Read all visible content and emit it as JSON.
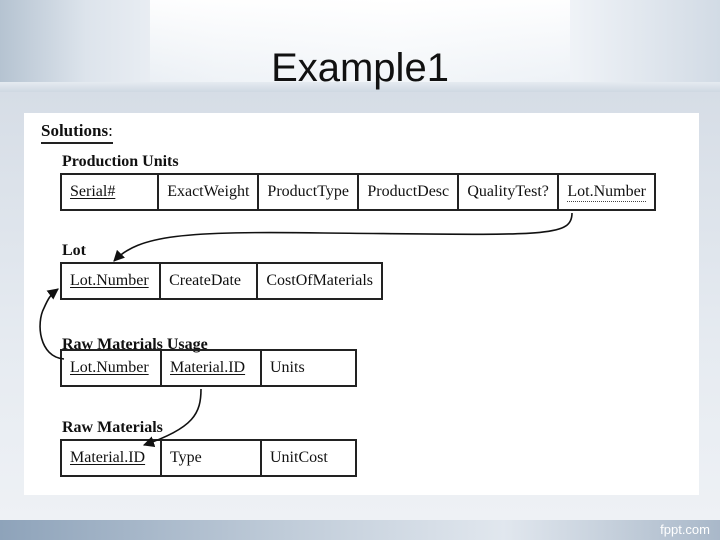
{
  "slide": {
    "title": "Example1"
  },
  "footer": {
    "brand": "fppt.com"
  },
  "diagram": {
    "heading": "Solutions",
    "heading_suffix": ":",
    "tables": {
      "production_units": {
        "name": "Production Units",
        "fields": [
          {
            "label": "Serial#",
            "key": "primary"
          },
          {
            "label": "ExactWeight",
            "key": "none"
          },
          {
            "label": "ProductType",
            "key": "none"
          },
          {
            "label": "ProductDesc",
            "key": "none"
          },
          {
            "label": "QualityTest?",
            "key": "none"
          },
          {
            "label": "Lot.Number",
            "key": "foreign"
          }
        ]
      },
      "lot": {
        "name": "Lot",
        "fields": [
          {
            "label": "Lot.Number",
            "key": "primary"
          },
          {
            "label": "CreateDate",
            "key": "none"
          },
          {
            "label": "CostOfMaterials",
            "key": "none"
          }
        ]
      },
      "raw_materials_usage": {
        "name": "Raw Materials Usage",
        "fields": [
          {
            "label": "Lot.Number",
            "key": "primary-foreign"
          },
          {
            "label": "Material.ID",
            "key": "primary-foreign"
          },
          {
            "label": "Units",
            "key": "none"
          }
        ]
      },
      "raw_materials": {
        "name": "Raw Materials",
        "fields": [
          {
            "label": "Material.ID",
            "key": "primary"
          },
          {
            "label": "Type",
            "key": "none"
          },
          {
            "label": "UnitCost",
            "key": "none"
          }
        ]
      }
    }
  }
}
